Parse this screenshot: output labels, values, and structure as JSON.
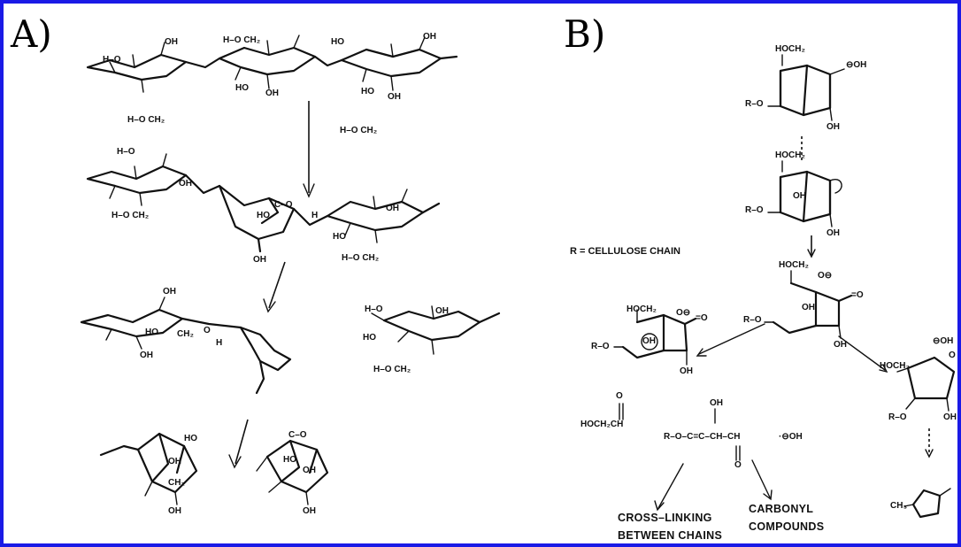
{
  "panels": {
    "a": {
      "label": "A)"
    },
    "b": {
      "label": "B)"
    }
  },
  "panel_a": {
    "row1": {
      "h_o_1": "H–O",
      "oh_1": "OH",
      "h_o_ch2": "H–O  CH₂",
      "ho_1": "HO",
      "oh_2": "OH",
      "ho_2": "HO",
      "oh_3": "OH",
      "h_o_ch2_b": "H–O  CH₂",
      "ho_3": "HO",
      "oh_4": "OH",
      "h_o_ch2_c": "H–O  CH₂"
    },
    "row2": {
      "h_o": "H–O",
      "oh_a": "OH",
      "ho_a": "HO",
      "c_o": "C–O",
      "h_label": "H",
      "ho_b": "HO",
      "oh_b": "OH",
      "h_o_ch2": "H–O  CH₂",
      "oh_c": "OH",
      "h_o_ch2_b": "H–O  CH₂"
    },
    "row3": {
      "oh_a": "OH",
      "ho_a": "HO",
      "ch2": "CH₂",
      "h_lbl": "H",
      "o_lbl": "O",
      "oh_b": "OH",
      "h_o": "H–O",
      "ho_b": "HO",
      "oh_c": "OH",
      "h_o_ch2": "H–O  CH₂"
    },
    "row4": {
      "ho_a": "HO",
      "oh_a": "OH",
      "ch2": "CH₂",
      "c_o": "C–O",
      "ho_b": "HO",
      "oh_b": "OH",
      "oh_c": "OH",
      "oh_d": "OH"
    }
  },
  "panel_b": {
    "r_note": "R = CELLULOSE CHAIN",
    "s1": {
      "hoch2": "HOCH₂",
      "oh_neg": "⊖OH",
      "r_o": "R–O",
      "oh": "OH"
    },
    "s2": {
      "hoch2": "HOCH₂",
      "oh": "OH",
      "r_o": "R–O",
      "oh_b": "OH"
    },
    "s3": {
      "hoch2": "HOCH₂",
      "o_neg": "O⊖",
      "r_o": "R–O",
      "oh": "OH",
      "o_eq": "=O",
      "oh_b": "OH"
    },
    "s4": {
      "hoch2": "HOCH₂",
      "o_neg": "O⊖",
      "r_o": "R–O",
      "oh": "OH",
      "o_eq": "=O",
      "oh_b": "OH"
    },
    "s5": {
      "oh_neg": "⊖OH",
      "hoch2": "HOCH₂",
      "r_o": "R–O",
      "oh": "OH",
      "o": "O"
    },
    "products": {
      "hoch2ch": "HOCH₂CH",
      "o_top": "O",
      "enol": "R–O–C=C–CH–CH",
      "oh_top": "OH",
      "o_bottom": "O",
      "oh_neg": "·⊖OH",
      "ch3": "CH₃"
    },
    "outcomes": {
      "cross_1": "CROSS–LINKING",
      "cross_2": "BETWEEN CHAINS",
      "carbonyl_1": "CARBONYL",
      "carbonyl_2": "COMPOUNDS"
    }
  }
}
